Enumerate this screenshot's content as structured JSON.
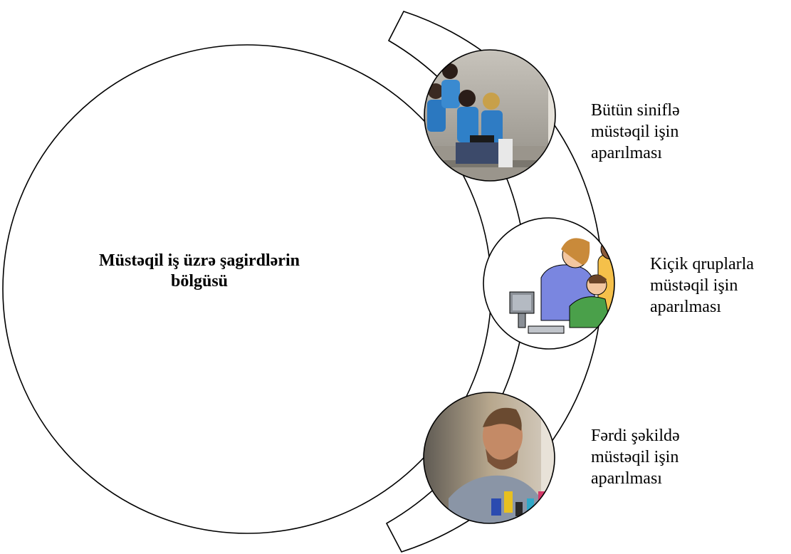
{
  "diagram": {
    "center_label": "Müstəqil iş üzrə şagirdlərin bölgüsü",
    "items": [
      {
        "image_icon": "student-group-photo-icon",
        "lines": [
          "Bütün siniflə",
          "müstəqil işin",
          "aparılması"
        ]
      },
      {
        "image_icon": "small-group-computer-illustration-icon",
        "lines": [
          "Kiçik qruplarla",
          "müstəqil işin",
          "aparılması"
        ]
      },
      {
        "image_icon": "individual-student-photo-icon",
        "lines": [
          "Fərdi şəkildə",
          "müstəqil işin",
          "aparılması"
        ]
      }
    ]
  },
  "colors": {
    "stroke": "#000000",
    "background": "#ffffff"
  }
}
